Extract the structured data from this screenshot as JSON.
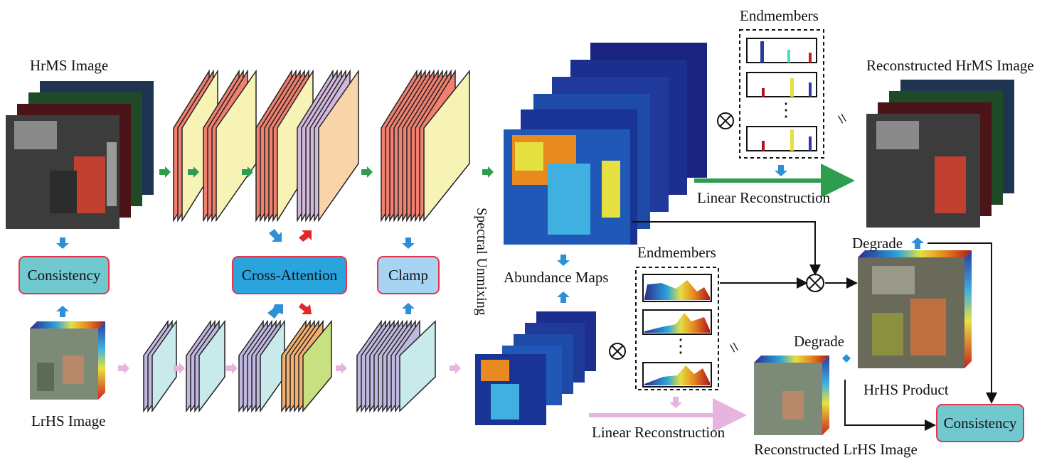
{
  "labels": {
    "hrms_image": "HrMS Image",
    "lrhs_image": "LrHS Image",
    "endmembers_top": "Endmembers",
    "endmembers_mid": "Endmembers",
    "reconstructed_hrms": "Reconstructed HrMS Image",
    "reconstructed_lrhs": "Reconstructed LrHS Image",
    "linear_reconstruction_top": "Linear Reconstruction",
    "linear_reconstruction_bottom": "Linear Reconstruction",
    "abundance_maps": "Abundance Maps",
    "spectral_unmixing": "Spectral Unmixing",
    "degrade_top": "Degrade",
    "degrade_bottom": "Degrade",
    "hrhs_product": "HrHS Product",
    "equals_sign": "=",
    "dots": "⋮"
  },
  "modules": {
    "consistency_left": "Consistency",
    "cross_attention": "Cross-Attention",
    "clamp": "Clamp",
    "consistency_right": "Consistency"
  },
  "colors": {
    "hrms_feature_red": "#f08070",
    "hrms_feature_yellow": "#f7f3b4",
    "lrhs_feature_lavender": "#c0b8de",
    "lrhs_feature_cyan": "#c8eaea",
    "attention_purple": "#d2b8dc",
    "attention_peach": "#f8d4a8",
    "attention_orange": "#f4b070",
    "attention_green": "#c8e080",
    "arrow_green": "#2e9e4e",
    "arrow_pink": "#e6b4dc",
    "arrow_blue": "#2d8fd6",
    "arrow_red": "#e02828",
    "module_cyan": "#71c9cf",
    "module_blue": "#2aa4dc",
    "module_lightblue": "#a6d4f2",
    "module_border": "#e8334a"
  }
}
